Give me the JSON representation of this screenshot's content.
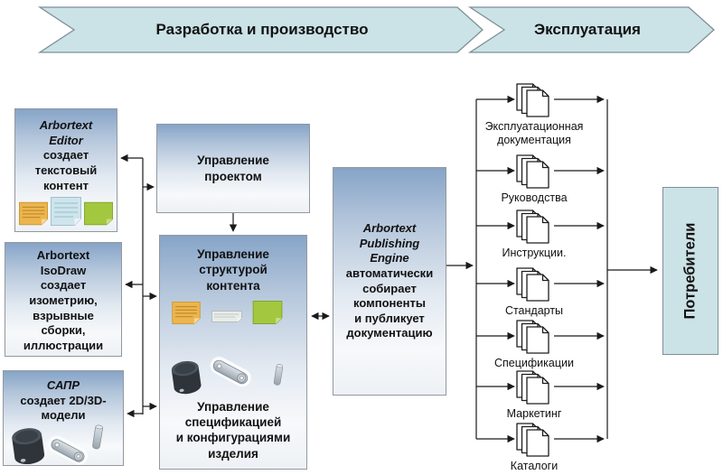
{
  "colors": {
    "banner-fill": "#cbe2e7",
    "banner-border": "#7e9096",
    "box-border": "#93989e",
    "line": "#1a1a1a",
    "text": "#111111",
    "note-orange": "#ecb54e",
    "note-blue": "#cfe4ec",
    "note-green": "#a3c840",
    "note-pale": "#e8ece9"
  },
  "phases": {
    "development": "Разработка и производство",
    "operation": "Эксплуатация"
  },
  "authoring": {
    "editor": {
      "name": "Arbortext\nEditor",
      "desc": "создает\nтекстовый\nконтент",
      "icons": [
        "sticky-note-orange-icon",
        "sticky-note-blue-icon",
        "sticky-note-green-icon"
      ]
    },
    "isodraw": {
      "name": "Arbortext\nIsoDraw",
      "desc": "создает\nизометрию,\nвзрывные\nсборки,\nиллюстрации"
    },
    "cad": {
      "name": "САПР",
      "desc": "создает 2D/3D-\nмодели",
      "icons": [
        "cylinder-part-icon",
        "link-part-icon",
        "pin-part-icon"
      ]
    }
  },
  "management": {
    "project": {
      "title": "Управление\nпроектом"
    },
    "structure": {
      "title": "Управление\nструктурой\nконтента",
      "subtitle": "Управление\nспецификацией\nи конфигурациями\nизделия",
      "icons": [
        "sticky-note-orange-icon",
        "sticky-note-pale-icon",
        "sticky-note-green-icon",
        "cylinder-part-icon",
        "link-part-icon",
        "pin-part-icon"
      ]
    }
  },
  "publishing": {
    "name": "Arbortext\nPublishing\nEngine",
    "desc": "автоматически\nсобирает\nкомпоненты\nи публикует\nдокументацию"
  },
  "outputs": [
    {
      "label": "Эксплуатационная\nдокументация",
      "icon": "documents-icon"
    },
    {
      "label": "Руководства",
      "icon": "documents-icon"
    },
    {
      "label": "Инструкции.",
      "icon": "documents-icon"
    },
    {
      "label": "Стандарты",
      "icon": "documents-icon"
    },
    {
      "label": "Спецификации",
      "icon": "documents-icon"
    },
    {
      "label": "Маркетинг",
      "icon": "documents-icon"
    },
    {
      "label": "Каталоги",
      "icon": "documents-icon"
    }
  ],
  "consumers": {
    "label": "Потребители"
  }
}
